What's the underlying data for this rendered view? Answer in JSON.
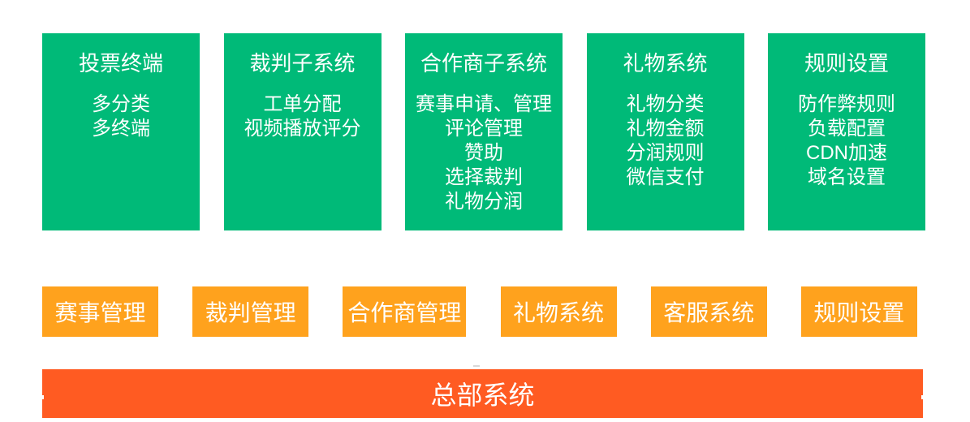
{
  "palette": {
    "card_green": "#00BA78",
    "button_orange": "#FFA21D",
    "base_bar_orange_red": "#FF5B22",
    "text_white": "#FFFFFF"
  },
  "subsystem_cards": [
    {
      "title": "投票终端",
      "items": [
        "多分类",
        "多终端"
      ]
    },
    {
      "title": "裁判子系统",
      "items": [
        "工单分配",
        "视频播放评分"
      ]
    },
    {
      "title": "合作商子系统",
      "items": [
        "赛事申请、管理",
        "评论管理",
        "赞助",
        "选择裁判",
        "礼物分润"
      ]
    },
    {
      "title": "礼物系统",
      "items": [
        "礼物分类",
        "礼物金额",
        "分润规则",
        "微信支付"
      ]
    },
    {
      "title": "规则设置",
      "items": [
        "防作弊规则",
        "负载配置",
        "CDN加速",
        "域名设置"
      ]
    }
  ],
  "module_buttons": [
    "赛事管理",
    "裁判管理",
    "合作商管理",
    "礼物系统",
    "客服系统",
    "规则设置"
  ],
  "base_bar": {
    "label": "总部系统"
  }
}
